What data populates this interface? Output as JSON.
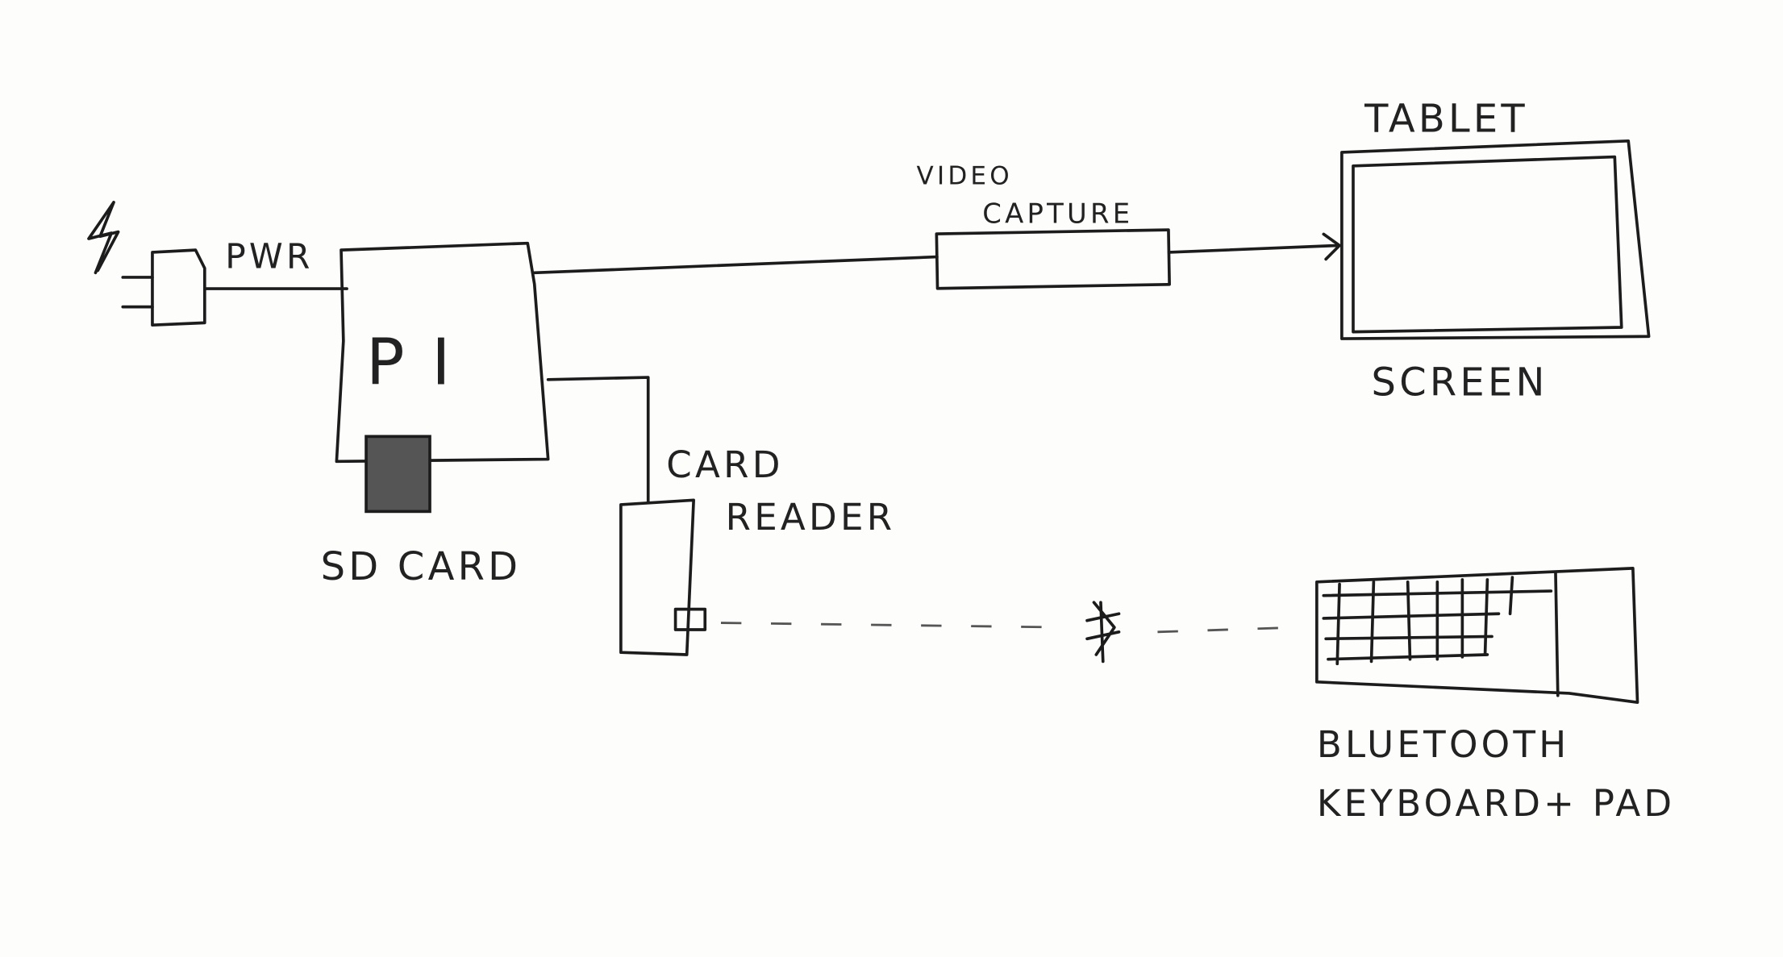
{
  "diagram": {
    "labels": {
      "power": "PWR",
      "pi": "P I",
      "sd_card": "SD CARD",
      "card_reader_line1": "CARD",
      "card_reader_line2": "READER",
      "video_capture_line1": "VIDEO",
      "video_capture_line2": "CAPTURE",
      "tablet": "TABLET",
      "screen": "SCREEN",
      "keyboard_line1": "BLUETOOTH",
      "keyboard_line2": "KEYBOARD+ PAD"
    },
    "icons": [
      "lightning-icon",
      "bluetooth-icon"
    ],
    "ink_color": "#1c1c1c",
    "paper_color": "#fdfdfc"
  }
}
